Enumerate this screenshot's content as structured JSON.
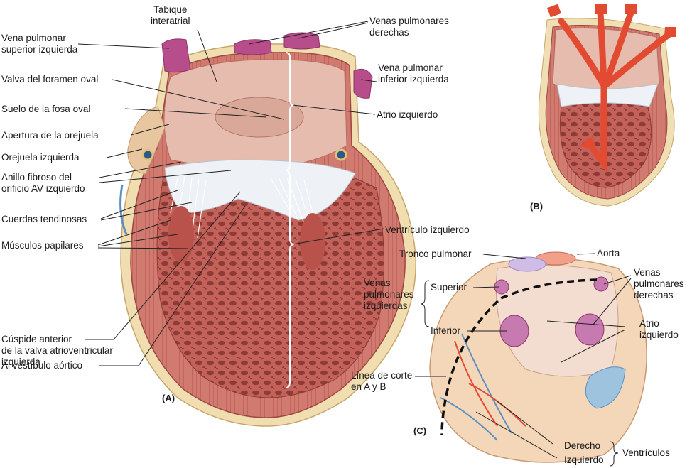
{
  "panels": {
    "a": "(A)",
    "b": "(B)",
    "c": "(C)"
  },
  "labels_a": {
    "tabique": "Tabique\ninteratrial",
    "vena_sup_izq": "Vena pulmonar\nsuperior izquierda",
    "valva_foramen": "Valva del foramen oval",
    "suelo_fosa": "Suelo de la fosa oval",
    "apertura_orejuela": "Apertura de la orejuela",
    "orejuela_izq": "Orejuela izquierda",
    "anillo_fibroso": "Anillo fibroso del\norificio AV izquierdo",
    "cuerdas": "Cuerdas tendinosas",
    "musculos": "Músculos papilares",
    "cuspide": "Cúspide anterior\nde la valva atrioventricular\nizquierda",
    "vestibulo": "Al vestíbulo aórtico",
    "venas_der": "Venas pulmonares\nderechas",
    "vena_inf_izq": "Vena pulmonar\ninferior izquierda",
    "atrio_izq": "Atrio izquierdo",
    "ventriculo_izq": "Ventrículo izquierdo"
  },
  "labels_c": {
    "tronco": "Tronco pulmonar",
    "aorta": "Aorta",
    "venas_izq": "Venas\npulmonares\nizquierdas",
    "superior": "Superior",
    "inferior": "Inferior",
    "venas_der": "Venas\npulmonares\nderechas",
    "atrio": "Atrio\nizquierdo",
    "linea_corte": "Línea de corte\nen A y B",
    "derecho": "Derecho",
    "izquierdo": "Izquierdo",
    "ventriculos": "Ventrículos"
  },
  "colors": {
    "myocardium": "#c96b62",
    "myocardium_dark": "#a9463f",
    "atrium_inner": "#e8bfb2",
    "vein": "#b84d8c",
    "fat": "#f2e2b0",
    "valve": "#eef2f7",
    "artery_red": "#e24b32",
    "blue": "#6c9fc7",
    "line": "#222222"
  }
}
